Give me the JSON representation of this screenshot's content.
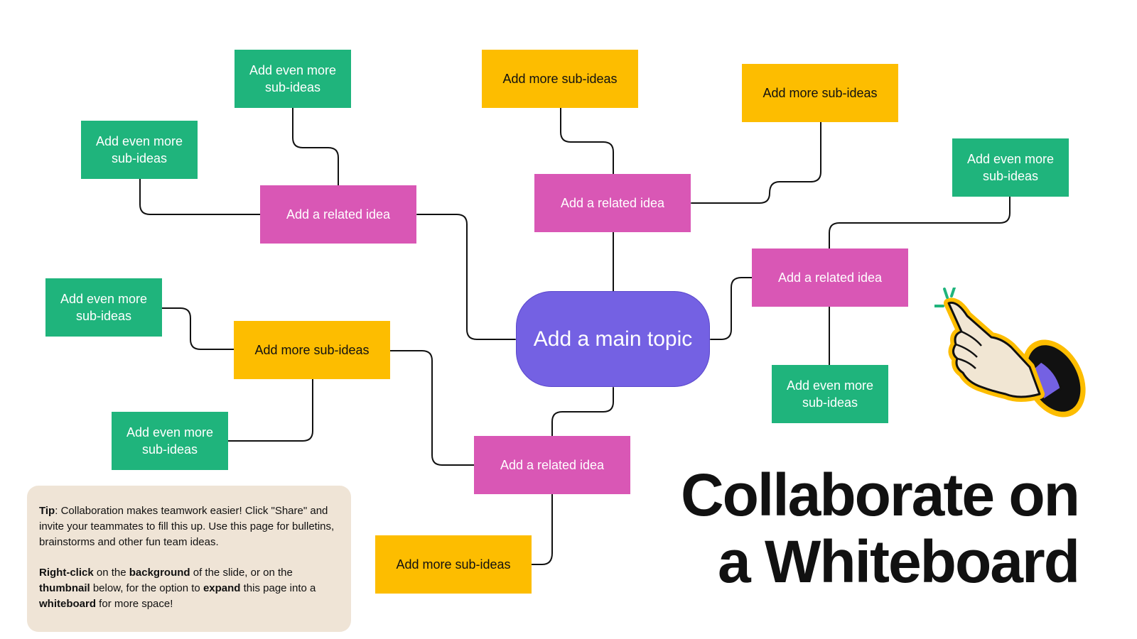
{
  "colors": {
    "main_topic": "#7461E3",
    "related_idea": "#D957B5",
    "even_more": "#1FB47C",
    "more_sub": "#FDBD00",
    "tip_background": "#EFE4D6"
  },
  "mind_map": {
    "main_topic": "Add a main topic",
    "related_ideas": [
      "Add a related idea",
      "Add a related idea",
      "Add a related idea",
      "Add a related idea"
    ],
    "more_sub_ideas": [
      "Add more sub-ideas",
      "Add more sub-ideas",
      "Add more sub-ideas",
      "Add more sub-ideas"
    ],
    "even_more_sub_ideas": [
      "Add even more sub-ideas",
      "Add even more sub-ideas",
      "Add even more sub-ideas",
      "Add even more sub-ideas",
      "Add even more sub-ideas",
      "Add even more sub-ideas"
    ]
  },
  "tip": {
    "p1_label": "Tip",
    "p1_text": ": Collaboration makes teamwork easier! Click \"Share\" and invite your teammates to fill this up. Use this page for bulletins, brainstorms and other fun team ideas.",
    "p2_part1": "Right-click",
    "p2_part2": " on the ",
    "p2_part3": "background",
    "p2_part4": " of the slide, or on the ",
    "p2_part5": "thumbnail",
    "p2_part6": " below, for the option to ",
    "p2_part7": "expand",
    "p2_part8": " this page into a ",
    "p2_part9": "whiteboard",
    "p2_part10": " for more space!"
  },
  "title": {
    "line1": "Collaborate on",
    "line2": "a Whiteboard"
  },
  "decoration": {
    "icon": "pointing-hand-icon"
  }
}
